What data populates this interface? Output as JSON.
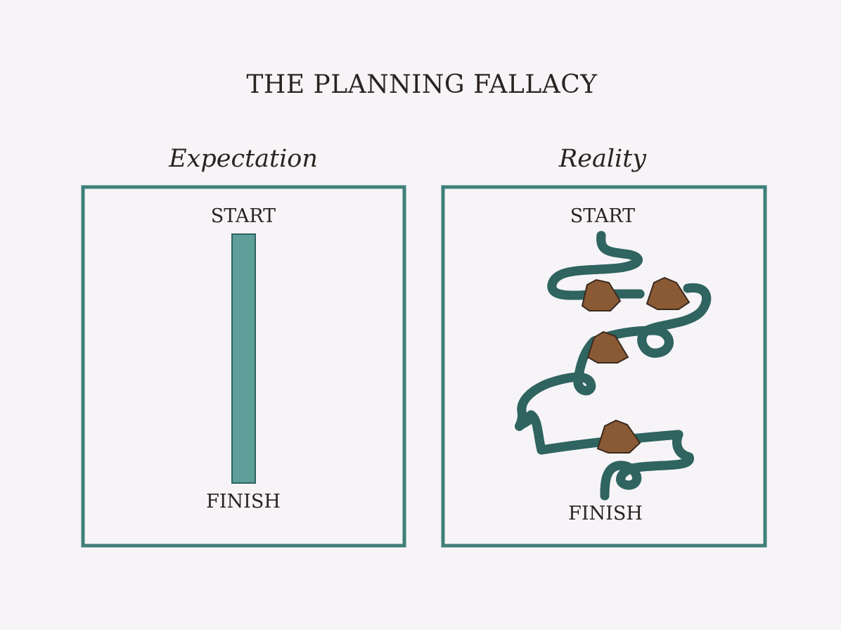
{
  "title": "THE PLANNING FALLACY",
  "panels": [
    {
      "heading": "Expectation",
      "start_label": "START",
      "finish_label": "FINISH"
    },
    {
      "heading": "Reality",
      "start_label": "START",
      "finish_label": "FINISH"
    }
  ],
  "colors": {
    "background": "#f6f4f7",
    "frame": "#3f7f79",
    "path": "#5f9f99",
    "rock": "#8a5a35",
    "text": "#2a2321"
  },
  "icons": [
    "rock-icon"
  ]
}
